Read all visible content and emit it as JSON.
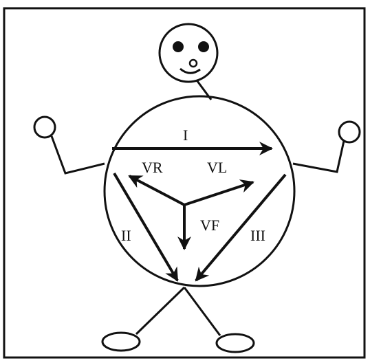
{
  "diagram": {
    "labels": {
      "lead_I": "I",
      "lead_II": "II",
      "lead_III": "III",
      "aVR": "VR",
      "aVL": "VL",
      "aVF": "VF"
    },
    "colors": {
      "ink": "#111111",
      "paper": "#ffffff"
    }
  }
}
